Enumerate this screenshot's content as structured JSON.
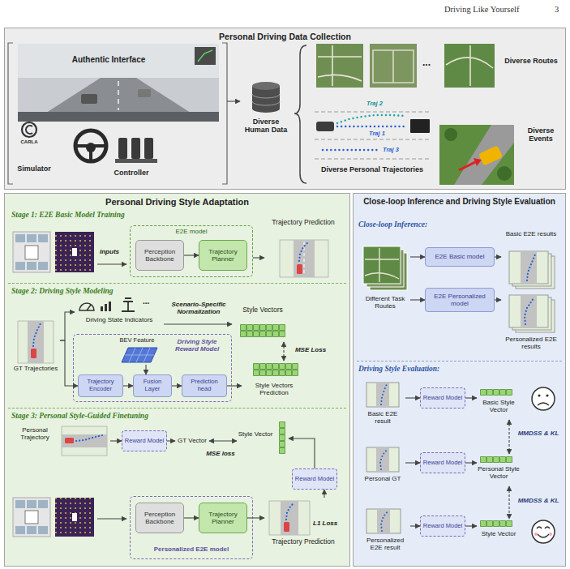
{
  "diagram": {
    "nodes": [
      {
        "text": [
          "Personal Driving Data Collection"
        ]
      },
      {
        "text": [
          "Authentic Interface",
          "CARLA",
          "Simulator",
          "Controller"
        ],
        "in": 0
      },
      {
        "text": [
          "Diverse Human Data"
        ],
        "in": 0
      },
      {
        "text": [
          "Diverse Routes"
        ],
        "in": 0
      },
      {
        "text": [
          "Traj 2",
          "Traj 1",
          "Traj 3",
          "Diverse Personal Trajectories"
        ],
        "in": 0
      },
      {
        "text": [
          "Diverse Events"
        ],
        "in": 0
      },
      {
        "text": [
          "Personal Driving Style Adaptation"
        ]
      },
      {
        "text": [
          "Stage 1: E2E Basic Model Training"
        ],
        "in": 6
      },
      {
        "text": [
          "E2E model"
        ],
        "in": 7
      },
      {
        "text": [
          "Perception Backbone"
        ],
        "in": 8
      },
      {
        "text": [
          "Trajectory Planner"
        ],
        "in": 8
      },
      {
        "text": [
          "Trajectory Prediction"
        ],
        "in": 7
      },
      {
        "text": [
          "Stage 2: Driving Style Modeling"
        ],
        "in": 6
      },
      {
        "text": [
          "GT Trajectories"
        ],
        "in": 12
      },
      {
        "text": [
          "Driving State Indicators"
        ],
        "in": 12
      },
      {
        "text": [
          "Style Vectors"
        ],
        "in": 12
      },
      {
        "text": [
          "Driving Style Reward Model"
        ],
        "in": 12
      },
      {
        "text": [
          "BEV Feature"
        ],
        "in": 16
      },
      {
        "text": [
          "Trajectory Encoder"
        ],
        "in": 16
      },
      {
        "text": [
          "Fusion Layer"
        ],
        "in": 16
      },
      {
        "text": [
          "Prediction head"
        ],
        "in": 16
      },
      {
        "text": [
          "Style Vectors Prediction"
        ],
        "in": 12
      },
      {
        "text": [
          "Stage 3: Personal Style-Guided Finetuning"
        ],
        "in": 6
      },
      {
        "text": [
          "Personal Trajectory"
        ],
        "in": 22
      },
      {
        "text": [
          "Reward Model"
        ],
        "in": 22
      },
      {
        "text": [
          "GT Vector"
        ],
        "in": 22
      },
      {
        "text": [
          "Style Vector"
        ],
        "in": 22
      },
      {
        "text": [
          "Reward Model"
        ],
        "in": 22
      },
      {
        "text": [
          "Personalized E2E model"
        ],
        "in": 22
      },
      {
        "text": [
          "Perception Backbone"
        ],
        "in": 28
      },
      {
        "text": [
          "Trajectory Planner"
        ],
        "in": 28
      },
      {
        "text": [
          "Trajectory Prediction"
        ],
        "in": 22
      },
      {
        "text": [
          "Close-loop Inference and Driving Style Evaluation"
        ]
      },
      {
        "text": [
          "Close-loop Inference:"
        ],
        "in": 32
      },
      {
        "text": [
          "Different Task Routes"
        ],
        "in": 33
      },
      {
        "text": [
          "E2E Basic model"
        ],
        "in": 33
      },
      {
        "text": [
          "E2E Personalized model"
        ],
        "in": 33
      },
      {
        "text": [
          "Basic E2E results"
        ],
        "in": 33
      },
      {
        "text": [
          "Personalized E2E results"
        ],
        "in": 33
      },
      {
        "text": [
          "Driving Style Evaluation:"
        ],
        "in": 32
      },
      {
        "text": [
          "Basic E2E result"
        ],
        "in": 39
      },
      {
        "text": [
          "Reward Model"
        ],
        "in": 39
      },
      {
        "text": [
          "Basic Style Vector"
        ],
        "in": 39
      },
      {
        "text": [
          "Personal GT"
        ],
        "in": 39
      },
      {
        "text": [
          "Reward Model"
        ],
        "in": 39
      },
      {
        "text": [
          "Personal Style Vector"
        ],
        "in": 39
      },
      {
        "text": [
          "Personalized E2E result"
        ],
        "in": 39
      },
      {
        "text": [
          "Reward Model"
        ],
        "in": 39
      },
      {
        "text": [
          "Style Vector"
        ],
        "in": 39
      }
    ],
    "edges": [
      {
        "from": 1,
        "to": 2,
        "arrow": "to"
      },
      {
        "from": 9,
        "to": 10,
        "arrow": "to"
      },
      {
        "from": 8,
        "to": 11,
        "arrow": "to"
      },
      {
        "from": 13,
        "to": 14,
        "arrow": "to"
      },
      {
        "from": 13,
        "to": 18,
        "arrow": "to"
      },
      {
        "from": 14,
        "to": 15,
        "arrow": "to",
        "label": "Scenario-Specific Normalization"
      },
      {
        "from": 17,
        "to": 19,
        "arrow": "to"
      },
      {
        "from": 18,
        "to": 19,
        "arrow": "to"
      },
      {
        "from": 19,
        "to": 20,
        "arrow": "to"
      },
      {
        "from": 20,
        "to": 21,
        "arrow": "to"
      },
      {
        "from": 15,
        "to": 21,
        "arrow": "both",
        "label": "MSE Loss"
      },
      {
        "from": 23,
        "to": 24,
        "arrow": "to"
      },
      {
        "from": 24,
        "to": 25,
        "arrow": "to"
      },
      {
        "from": 25,
        "to": 26,
        "arrow": "both",
        "label": "MSE loss"
      },
      {
        "from": 29,
        "to": 30,
        "arrow": "to"
      },
      {
        "from": 30,
        "to": 31,
        "arrow": "to"
      },
      {
        "from": 31,
        "to": 27,
        "arrow": "to"
      },
      {
        "from": 27,
        "to": 26,
        "arrow": "to"
      },
      {
        "from": 34,
        "to": 35,
        "arrow": "to"
      },
      {
        "from": 34,
        "to": 36,
        "arrow": "to"
      },
      {
        "from": 35,
        "to": 37,
        "arrow": "to"
      },
      {
        "from": 36,
        "to": 38,
        "arrow": "to"
      },
      {
        "from": 40,
        "to": 41,
        "arrow": "to"
      },
      {
        "from": 41,
        "to": 42,
        "arrow": "to"
      },
      {
        "from": 43,
        "to": 44,
        "arrow": "to"
      },
      {
        "from": 44,
        "to": 45,
        "arrow": "to"
      },
      {
        "from": 46,
        "to": 47,
        "arrow": "to"
      },
      {
        "from": 47,
        "to": 48,
        "arrow": "to"
      },
      {
        "from": 42,
        "to": 45,
        "arrow": "both",
        "label": "MMDSS & KL"
      },
      {
        "from": 45,
        "to": 48,
        "arrow": "both",
        "label": "MMDSS & KL"
      }
    ],
    "labels": [
      "Driving Like Yourself",
      "3",
      "...",
      "Inputs",
      "...",
      "L1 Loss"
    ]
  }
}
